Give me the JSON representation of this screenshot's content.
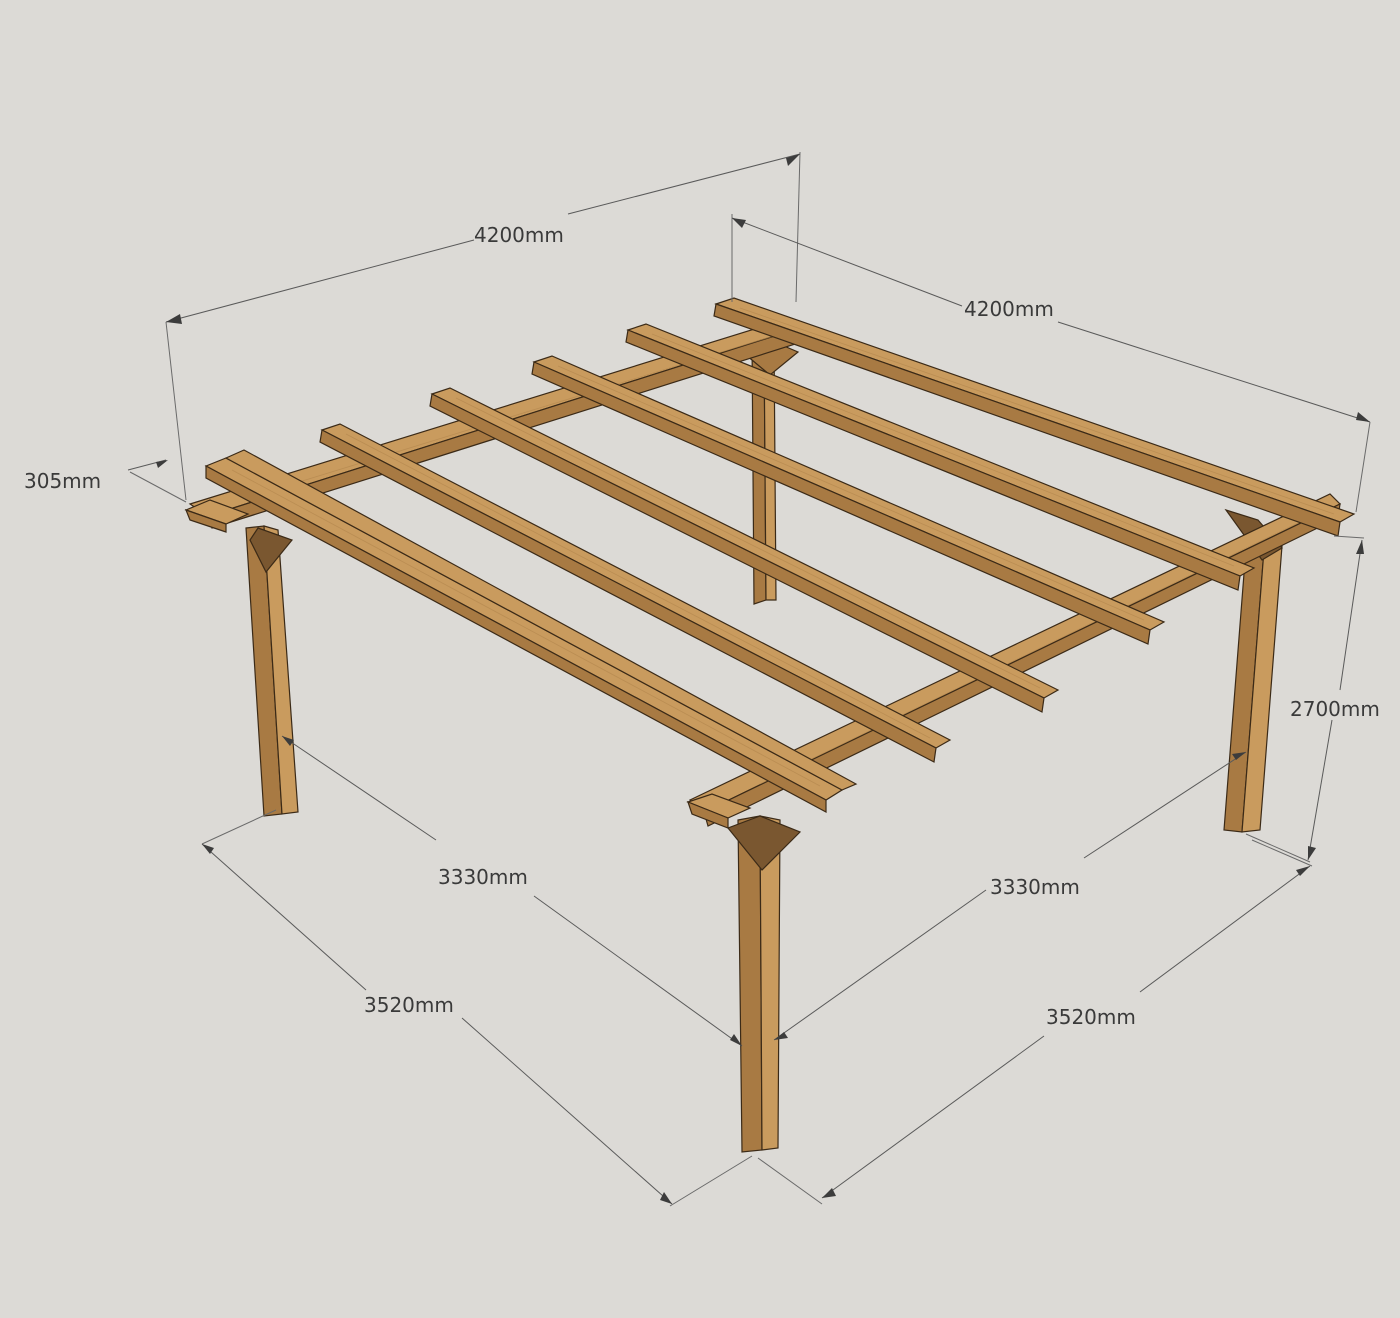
{
  "diagram": {
    "subject": "pergola",
    "dimensions": {
      "top_width": "4200mm",
      "top_depth": "4200mm",
      "overhang": "305mm",
      "height": "2700mm",
      "inner_left": "3330mm",
      "inner_right": "3330mm",
      "outer_left": "3520mm",
      "outer_right": "3520mm"
    },
    "colors": {
      "background": "#dcdad6",
      "wood": "#c99b5e",
      "wood_shadow": "#a87a43",
      "line": "#5a5a5a"
    }
  }
}
